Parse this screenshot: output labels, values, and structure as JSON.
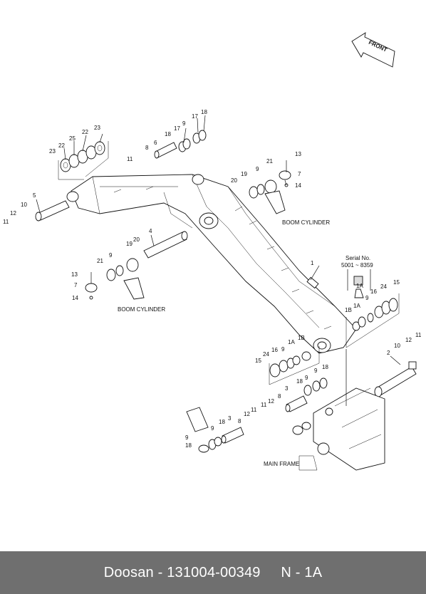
{
  "diagram": {
    "front_arrow": "FRONT",
    "boom_cylinder_label": "BOOM CYLINDER",
    "main_frame_label": "MAIN FRAME",
    "serial_heading": "Serial No.",
    "serial_range": "5001 ~ 8359",
    "part_numbers": [
      "1",
      "1A",
      "1B",
      "2",
      "3",
      "4",
      "5",
      "6",
      "7",
      "8",
      "9",
      "10",
      "11",
      "12",
      "13",
      "14",
      "15",
      "16",
      "17",
      "18",
      "19",
      "20",
      "21",
      "22",
      "23",
      "24",
      "25"
    ]
  },
  "footer": {
    "caption": "Doosan - 131004-00349     N - 1A"
  }
}
